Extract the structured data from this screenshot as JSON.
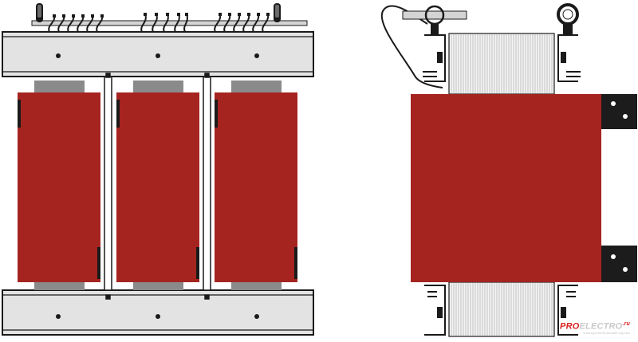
{
  "figure": {
    "views": [
      "front-view",
      "side-view"
    ],
    "colors": {
      "coil": "#a52420",
      "yoke": "#e3e3e3",
      "outline": "#1a1a1a",
      "insulator": "#8a8a8a",
      "bracket": "#1c1c1c",
      "background": "#ffffff"
    },
    "phase_count": 3,
    "icons": [
      "lifting-eye-icon",
      "cable-icon",
      "terminal-lead-icon",
      "mounting-bracket-icon"
    ]
  },
  "watermark": {
    "brand_pro": "PRO",
    "brand_rest": "ELECTRO",
    "brand_tld": ".ru",
    "tagline": "электротехнический портал"
  }
}
